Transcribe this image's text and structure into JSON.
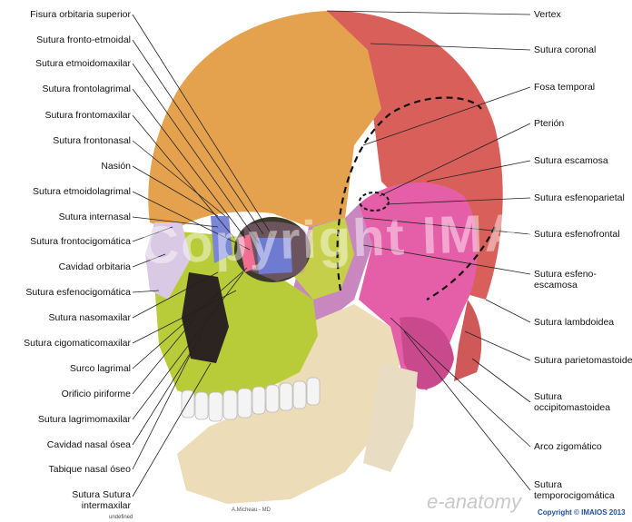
{
  "labels_left": [
    "Fisura orbitaria superior",
    "Sutura fronto-etmoidal",
    "Sutura etmoidomaxilar",
    "Sutura frontolagrimal",
    "Sutura frontomaxilar",
    "Sutura frontonasal",
    "Nasión",
    "Sutura etmoidolagrimal",
    "Sutura internasal",
    "Sutura frontocigomática",
    "Cavidad orbitaria",
    "Sutura esfenocigomática",
    "Sutura nasomaxilar",
    "Sutura cigomaticomaxilar",
    "Surco lagrimal",
    "Orificio piriforme",
    "Sutura lagrimomaxilar",
    "Cavidad nasal ósea",
    "Tabique nasal óseo",
    "Sutura Sutura\nintermaxilar"
  ],
  "labels_right": [
    "Vertex",
    "Sutura coronal",
    "Fosa temporal",
    "Pterión",
    "Sutura escamosa",
    "Sutura esfenoparietal",
    "Sutura esfenofrontal",
    "Sutura esfeno-\nescamosa",
    "Sutura lambdoidea",
    "Sutura parietomastoidea",
    "Sutura\noccipitomastoidea",
    "Arco zigomático",
    "Sutura\ntemporocigomática"
  ],
  "watermark": "Copyright IMAIOS",
  "logo": "e-anatomy",
  "artist": "A.Micheau - MD",
  "copyright": "Copyright © IMAIOS 2013",
  "footer_left": "undefined",
  "colors": {
    "frontal": "#e5a24e",
    "parietal": "#d9605a",
    "temporal": "#e55fa8",
    "sphenoid": "#c987c0",
    "zygomatic": "#c6cf4a",
    "maxilla": "#b8cc3a",
    "mandible": "#ecdcb8",
    "teeth": "#f4f4f4",
    "nasal": "#7b86d8",
    "ethmoid": "#f06f90"
  }
}
